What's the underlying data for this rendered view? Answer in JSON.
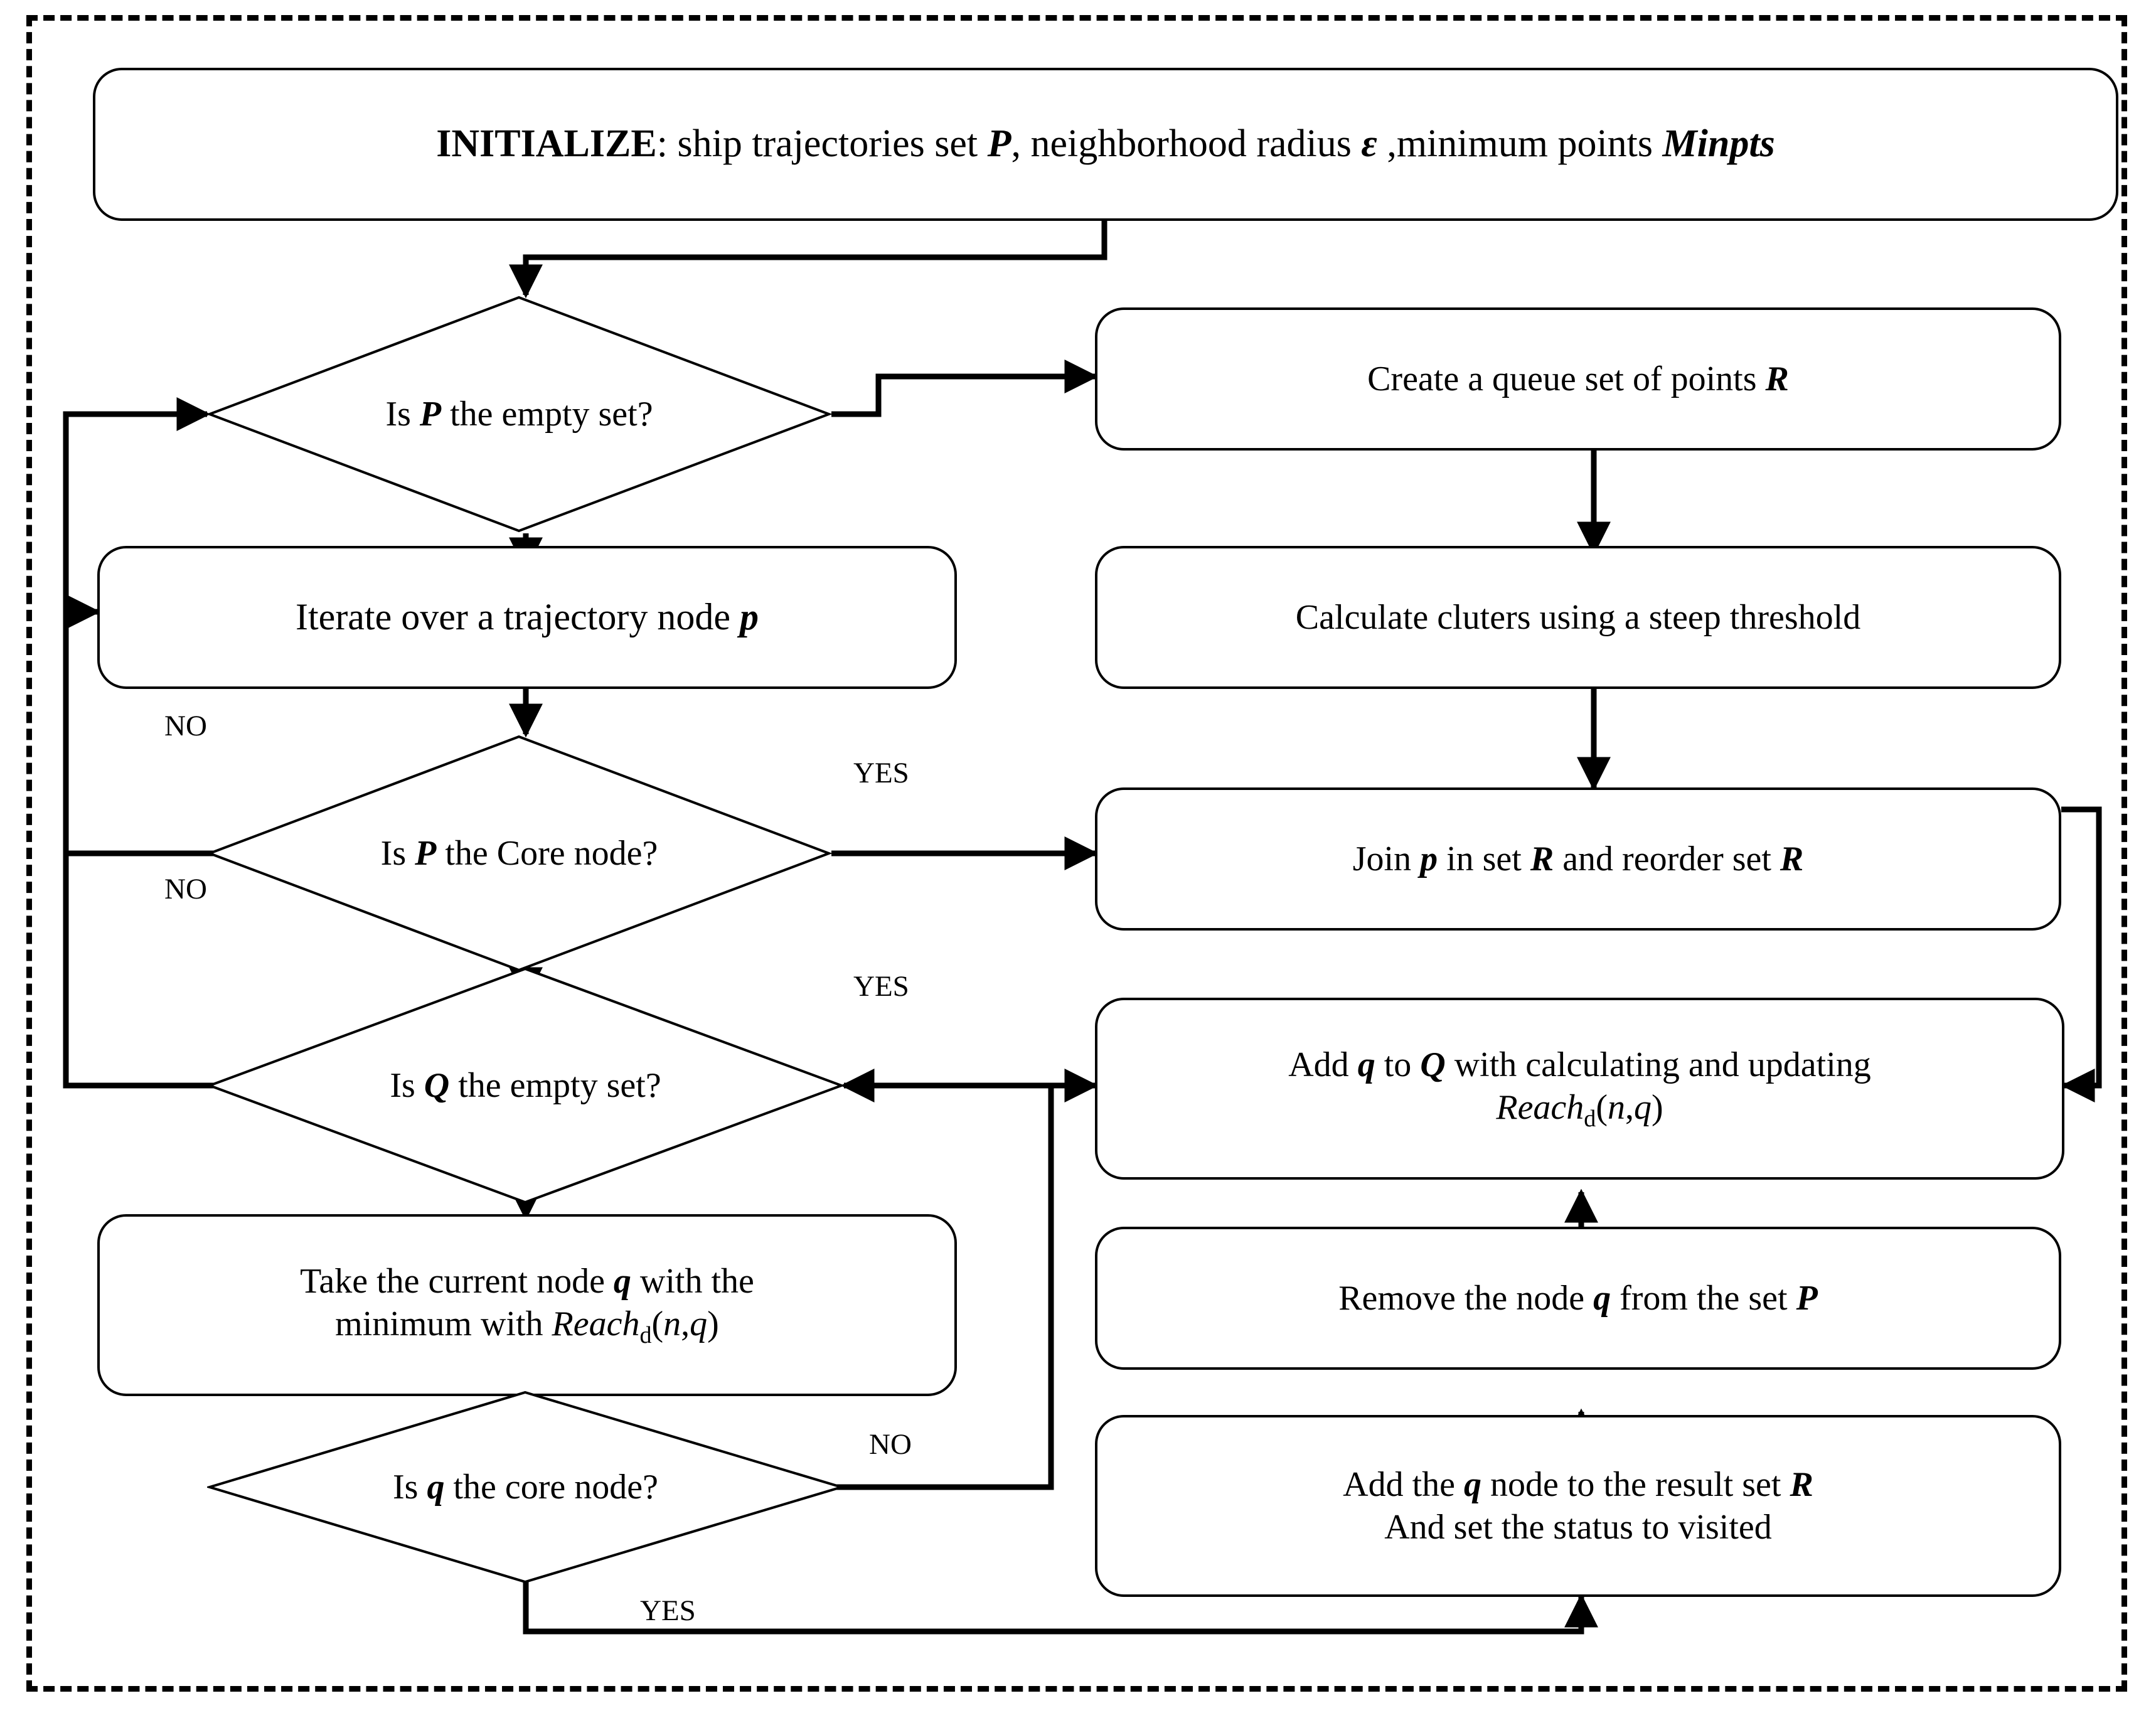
{
  "diagram": {
    "title_node": {
      "id": "initialize",
      "text_plain": "INITIALIZE: ship trajectories set P, neighborhood radius ε ,minimum points Minpts",
      "label_prefix": "INITIALIZE",
      "label_rest": ": ship trajectories set ",
      "var_p": "P",
      "mid_text": ", neighborhood radius ",
      "var_eps": "ε",
      "tail_text": " ,minimum points ",
      "var_minpts": "Minpts"
    },
    "nodes": [
      {
        "id": "is-p-empty",
        "type": "decision",
        "text": "Is P  the empty set?",
        "pre": "Is ",
        "var": "P",
        "post": " the empty set?"
      },
      {
        "id": "create-queue",
        "type": "process",
        "text": "Create a queue set of points R",
        "pre": "Create a queue set of points ",
        "var": "R",
        "post": ""
      },
      {
        "id": "iterate-node",
        "type": "process",
        "text": "Iterate over a trajectory node p",
        "pre": "Iterate over a trajectory node ",
        "var": "p",
        "post": ""
      },
      {
        "id": "calculate-clusters",
        "type": "process",
        "text": "Calculate cluters using a steep threshold",
        "pre": "Calculate cluters using a steep threshold",
        "var": "",
        "post": ""
      },
      {
        "id": "is-p-core",
        "type": "decision",
        "text": "Is P  the Core node?",
        "pre": "Is ",
        "var": "P",
        "post": " the Core node?"
      },
      {
        "id": "join-p-set-r",
        "type": "process",
        "text": "Join p in set R and reorder set R",
        "pre": "Join ",
        "var": "p",
        "post": " in set R and reorder set R"
      },
      {
        "id": "is-q-empty",
        "type": "decision",
        "text": "Is Q  the empty set?",
        "pre": "Is ",
        "var": "Q",
        "post": " the empty set?"
      },
      {
        "id": "add-q-to-Q",
        "type": "process",
        "line1": "Add q to Q with calculating and updating",
        "line2": "Reachd(n,q)"
      },
      {
        "id": "take-current-node",
        "type": "process",
        "line1": "Take the current node q with the",
        "line2": "minimum with Reachd(n,q)"
      },
      {
        "id": "remove-node-q",
        "type": "process",
        "text": "Remove the node q from the set P",
        "pre": "Remove the node ",
        "var": "q",
        "post": " from the set P"
      },
      {
        "id": "is-q-core",
        "type": "decision",
        "text": "Is q  the core node?",
        "pre": "Is ",
        "var": "q",
        "post": " the core node?"
      },
      {
        "id": "add-q-result",
        "type": "process",
        "line1": "Add the q node to the result set R",
        "line2": "And set the status to visited"
      }
    ],
    "edge_labels": [
      {
        "id": "no-left-top",
        "text": "NO"
      },
      {
        "id": "yes-p-core",
        "text": "YES"
      },
      {
        "id": "no-p-core",
        "text": "NO"
      },
      {
        "id": "yes-q-empty",
        "text": "YES"
      },
      {
        "id": "no-q-core",
        "text": "NO"
      },
      {
        "id": "yes-q-core",
        "text": "YES"
      }
    ],
    "colors": {
      "stroke": "#000000",
      "background": "#ffffff",
      "text": "#000000"
    }
  }
}
